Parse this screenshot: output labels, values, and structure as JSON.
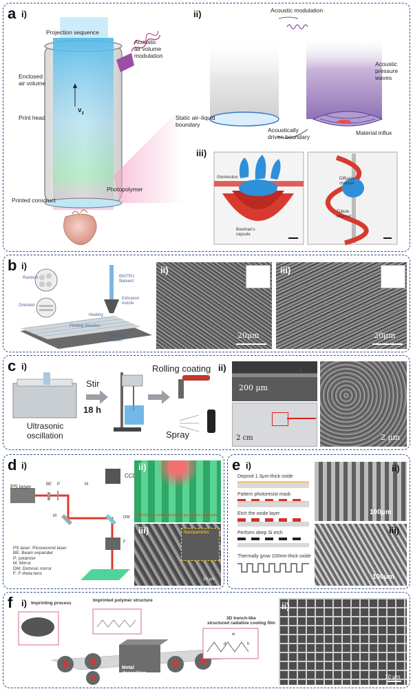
{
  "panel_a": {
    "letter": "a",
    "sub_i": "i)",
    "sub_ii": "ii)",
    "sub_iii": "iii)",
    "projection_sequence": "Projection sequence",
    "acoustic_air_volume_modulation": "Acoustic\nair volume\nmodulation",
    "enclosed_air_volume": "Enclosed\nair volume",
    "vz": "v",
    "vz_sub": "z",
    "print_head": "Print head",
    "printed_construct": "Printed construct",
    "photopolymer": "Photopolymer",
    "acoustic_modulation": "Acoustic modulation",
    "acoustic_pressure_waves": "Acoustic\npressure\nwaves",
    "static_boundary": "Static air–liquid\nboundary",
    "acoustically_driven_boundary": "Acoustically\ndriven boundary",
    "material_influx": "Material influx",
    "glomerulus": "Glomerulus",
    "bowmans_capsule": "Bowman's\ncapsule",
    "diffusion_channel": "Diffusion\nchannel",
    "tubule_channel": "Tubule\nchannel"
  },
  "panel_b": {
    "letter": "b",
    "sub_i": "i)",
    "sub_ii": "ii)",
    "sub_iii": "iii)",
    "random": "Random",
    "oriented": "Oriented",
    "filament": "BN/TPU\nfilament",
    "extrusion_nozzle": "Extrusion\nnozzle",
    "heating": "Heating",
    "printing_direction": "Printing direction",
    "thickness_direction": "Thickness\ndirection",
    "scale_ii": "20μm",
    "scale_iii": "20μm"
  },
  "panel_c": {
    "letter": "c",
    "sub_i": "i)",
    "sub_ii": "ii)",
    "stir": "Stir",
    "time": "18 h",
    "rolling_coating": "Rolling coating",
    "ultrasonic": "Ultrasonic\noscillation",
    "spray": "Spray",
    "scale_200": "200 μm",
    "scale_2cm": "2 cm",
    "scale_2um": "2 μm",
    "marker": "1"
  },
  "panel_d": {
    "letter": "d",
    "sub_i": "i)",
    "sub_ii": "ii)",
    "sub_iii": "iii)",
    "ccd": "CCD",
    "ps_laser": "PS laser",
    "be": "BE",
    "p": "P",
    "m1": "M",
    "m2": "M",
    "dm": "DM",
    "f": "F",
    "legend": "PS laser: Picosecond laser\nBE: Beam expander\nP: polarizer\nM: Mirror\nDM: Dichroic mirror\nF: F-theta lens",
    "structure_density": "1.96×10⁶ 3D conical structures per square centimeter",
    "nanoparticles": "Nanoparticles",
    "scale": "10 μm"
  },
  "panel_e": {
    "letter": "e",
    "sub_i": "i)",
    "sub_ii": "ii)",
    "sub_iii": "iii)",
    "steps": [
      "Deposit 1.3μm-thick oxide",
      "Pattern photoresist mask",
      "Etch the oxide layer",
      "Perform deep Si etch",
      "Thermally grow 100nm-thick oxide"
    ],
    "scale_ii": "100μm",
    "scale_iii": "100μm"
  },
  "panel_f": {
    "letter": "f",
    "sub_i": "i)",
    "sub_ii": "ii)",
    "imprinting_process": "Imprinting process",
    "imprinted_polymer_structure": "Imprinted polymer structure",
    "metal_deposition": "Metal\ndeposition",
    "film": "3D trench-like\nstructured radiative cooling film",
    "w": "w",
    "d": "d",
    "h": "h",
    "scale": "10 μm"
  },
  "colors": {
    "panel_border": "#2b4a86",
    "beam_blue": "#5fc0ea",
    "magenta": "#c43b8a",
    "red_model": "#d93a2f",
    "blue_model": "#2f8fd8",
    "sem_gray": "#6e6e6e",
    "green_cones": "#3cc07a"
  }
}
